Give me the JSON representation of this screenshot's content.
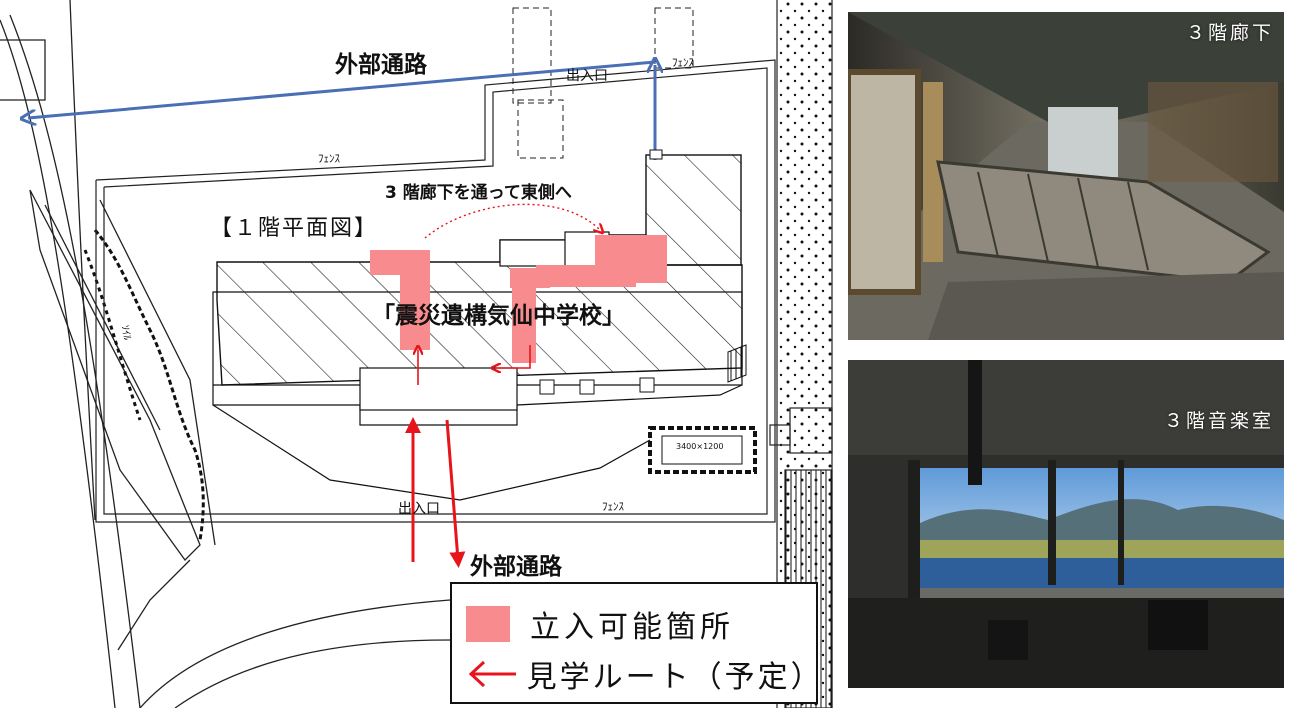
{
  "map": {
    "outer_path_top": "外部通路",
    "outer_path_bottom": "外部通路",
    "entrance_top": "出入口",
    "entrance_bottom": "出入口",
    "fence_top_right": "ﾌｪﾝｽ",
    "fence_top_left": "ﾌｪﾝｽ",
    "fence_bottom": "ﾌｪﾝｽ",
    "route_note": "3 階廊下を通って東側へ",
    "floor_plan_label": "【１階平面図】",
    "building_name": "「震災遺構気仙中学校」",
    "small_label_left": "ｿｲﾙ",
    "tank_label": "3400×1200"
  },
  "legend": {
    "accessible_area": "立入可能箇所",
    "tour_route": "見学ルート（予定）"
  },
  "photos": {
    "corridor_caption": "３階廊下",
    "music_room_caption": "３階音楽室"
  },
  "colors": {
    "accessible_fill": "#f88b8e",
    "tour_route": "#e8141c",
    "outer_route": "#4a6fb5"
  }
}
